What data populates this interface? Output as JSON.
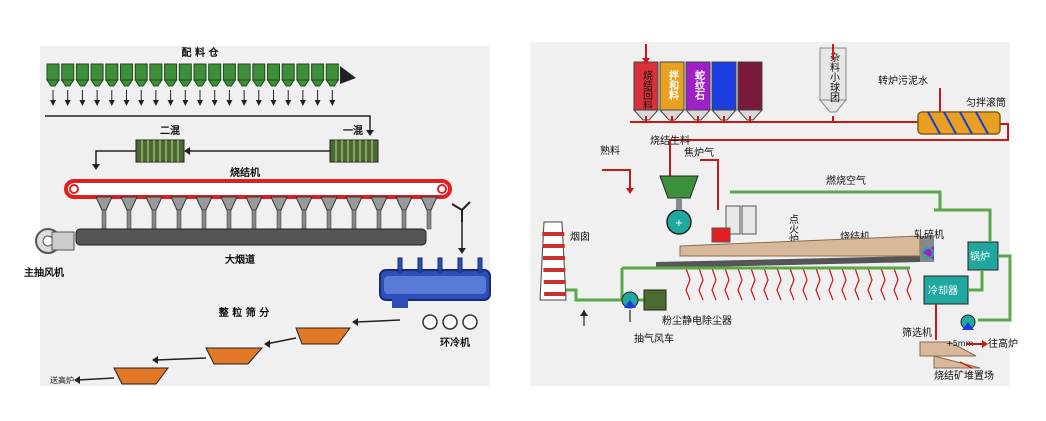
{
  "left": {
    "title_bins": "配  料  仓",
    "mixer2": "二混",
    "mixer1": "一混",
    "sinter_machine": "烧结机",
    "main_fan": "主抽风机",
    "flue": "大烟道",
    "screening": "整  粒  筛  分",
    "ring_cooler": "环冷机",
    "to_blast_furnace": "送高炉"
  },
  "right": {
    "bins": [
      "烧结回料",
      "拌和料",
      "蛇纹石",
      "",
      ""
    ],
    "misc_pellets": "杂料小球团",
    "converter_sludge": "转炉污泥水",
    "mixing_drum": "匀拌滚筒",
    "sinter_raw": "烧结生料",
    "clinker": "熟料",
    "coke_gas": "焦炉气",
    "combustion_air": "燃烧空气",
    "ignition": "点火炉",
    "chimney": "烟囱",
    "sinter_machine": "烧结机",
    "crusher": "轧碎机",
    "boiler": "锅炉",
    "cooler": "冷却器",
    "esp": "粉尘静电除尘器",
    "exhaust_fan": "抽气风车",
    "screen": "筛选机",
    "size_label": "+5mm",
    "to_blast_furnace": "往高炉",
    "stockyard": "烧结矿堆置场"
  },
  "colors": {
    "bin_green": "#3d8f3a",
    "bin_red": "#d9303a",
    "bin_orange": "#e8a020",
    "bin_purple": "#a020c8",
    "bin_blue": "#1a3ce0",
    "bin_maroon": "#7a1a3a",
    "belt_red": "#e02020",
    "pipe_red": "#c81818",
    "pipe_green": "#5aa84a",
    "mixer_green": "#4a6a30",
    "teal": "#20a8a0",
    "ring_blue": "#2c4eb8"
  }
}
